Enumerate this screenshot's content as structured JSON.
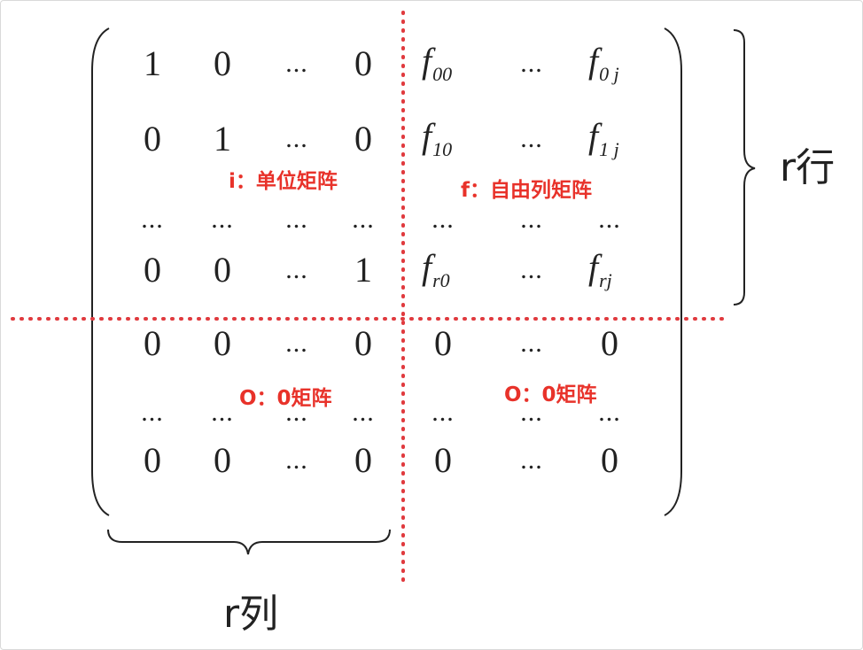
{
  "matrix": {
    "rows": [
      [
        "1",
        "0",
        "...",
        "0",
        "f_00",
        "...",
        "f_0 j"
      ],
      [
        "0",
        "1",
        "...",
        "0",
        "f_10",
        "...",
        "f_1 j"
      ],
      [
        "...",
        "...",
        "...",
        "...",
        "...",
        "...",
        "..."
      ],
      [
        "0",
        "0",
        "...",
        "1",
        "f_r0",
        "...",
        "f_rj"
      ],
      [
        "0",
        "0",
        "...",
        "0",
        "0",
        "...",
        "0"
      ],
      [
        "...",
        "...",
        "...",
        "...",
        "...",
        "...",
        "..."
      ],
      [
        "0",
        "0",
        "...",
        "0",
        "0",
        "...",
        "0"
      ]
    ]
  },
  "region_labels": {
    "identity": "i：单位矩阵",
    "free": "f：自由列矩阵",
    "zero_left": "O：0矩阵",
    "zero_right": "O：0矩阵"
  },
  "brace_labels": {
    "rows": "r行",
    "cols": "r列"
  },
  "colors": {
    "divider": "#e03a3e",
    "label_text": "#e8322a",
    "ink": "#222222"
  }
}
